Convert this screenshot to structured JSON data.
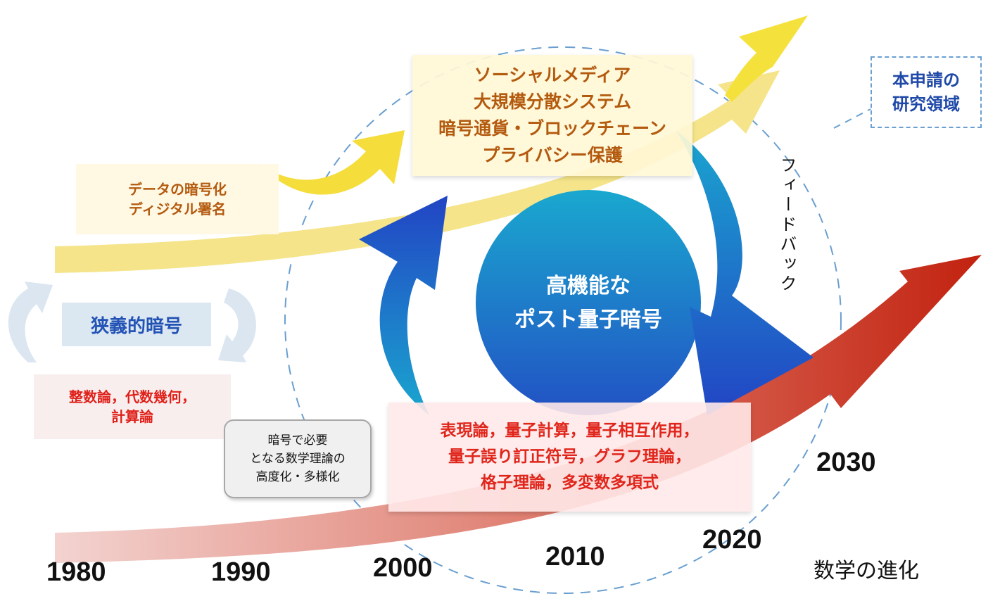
{
  "diagram": {
    "application_box": {
      "lines": "ソーシャルメディア\n大規模分散システム\n暗号通貨・ブロックチェーン\nプライバシー保護"
    },
    "early_application_box": {
      "lines": "データの暗号化\nディジタル署名"
    },
    "narrow_crypto_label": "狭義的暗号",
    "old_math_box": {
      "lines": "整数論，代数幾何，\n計算論"
    },
    "new_math_box": {
      "lines": "表現論，量子計算，量子相互作用，\n量子誤り訂正符号，グラフ理論，\n格子理論，多変数多項式"
    },
    "callout": {
      "lines": "暗号で必要\nとなる数学理論の\n高度化・多様化"
    },
    "research_area_box": {
      "lines": "本申請の\n研究領域"
    },
    "center_circle": {
      "lines": "高機能な\nポスト量子暗号"
    },
    "feedback_label": "フィードバック",
    "timeline": {
      "years": [
        "1980",
        "1990",
        "2000",
        "2010",
        "2020",
        "2030"
      ],
      "axis_label": "数学の進化"
    },
    "colors": {
      "yellow_arrow": "#f5e13c",
      "red_arrow": "#c2220f",
      "blue_cycle": "#2250c4",
      "cyan_cycle": "#1aa6cf",
      "dashed_circle": "#6a9fd0"
    }
  }
}
